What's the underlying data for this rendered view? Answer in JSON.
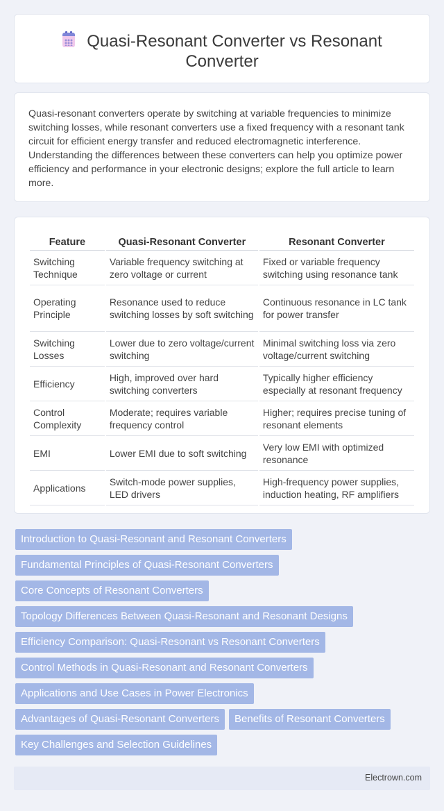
{
  "title": "Quasi-Resonant Converter vs Resonant Converter",
  "title_icon": "calendar-icon",
  "intro": "Quasi-resonant converters operate by switching at variable frequencies to minimize switching losses, while resonant converters use a fixed frequency with a resonant tank circuit for efficient energy transfer and reduced electromagnetic interference. Understanding the differences between these converters can help you optimize power efficiency and performance in your electronic designs; explore the full article to learn more.",
  "table": {
    "headers": [
      "Feature",
      "Quasi-Resonant Converter",
      "Resonant Converter"
    ],
    "rows": [
      [
        "Switching Technique",
        "Variable frequency switching at zero voltage or current",
        "Fixed or variable frequency switching using resonance tank"
      ],
      [
        "Operating Principle",
        "Resonance used to reduce switching losses by soft switching",
        "Continuous resonance in LC tank for power transfer"
      ],
      [
        "Switching Losses",
        "Lower due to zero voltage/current switching",
        "Minimal switching loss via zero voltage/current switching"
      ],
      [
        "Efficiency",
        "High, improved over hard switching converters",
        "Typically higher efficiency especially at resonant frequency"
      ],
      [
        "Control Complexity",
        "Moderate; requires variable frequency control",
        "Higher; requires precise tuning of resonant elements"
      ],
      [
        "EMI",
        "Lower EMI due to soft switching",
        "Very low EMI with optimized resonance"
      ],
      [
        "Applications",
        "Switch-mode power supplies, LED drivers",
        "High-frequency power supplies, induction heating, RF amplifiers"
      ]
    ]
  },
  "toc": [
    "Introduction to Quasi-Resonant and Resonant Converters",
    "Fundamental Principles of Quasi-Resonant Converters",
    "Core Concepts of Resonant Converters",
    "Topology Differences Between Quasi-Resonant and Resonant Designs",
    "Efficiency Comparison: Quasi-Resonant vs Resonant Converters",
    "Control Methods in Quasi-Resonant and Resonant Converters",
    "Applications and Use Cases in Power Electronics",
    "Advantages of Quasi-Resonant Converters",
    "Benefits of Resonant Converters",
    "Key Challenges and Selection Guidelines"
  ],
  "footer": "Electrown.com",
  "colors": {
    "background": "#f0f2f8",
    "toc_link_bg": "#a3b7e6",
    "footer_bg": "#e6eaf5"
  }
}
